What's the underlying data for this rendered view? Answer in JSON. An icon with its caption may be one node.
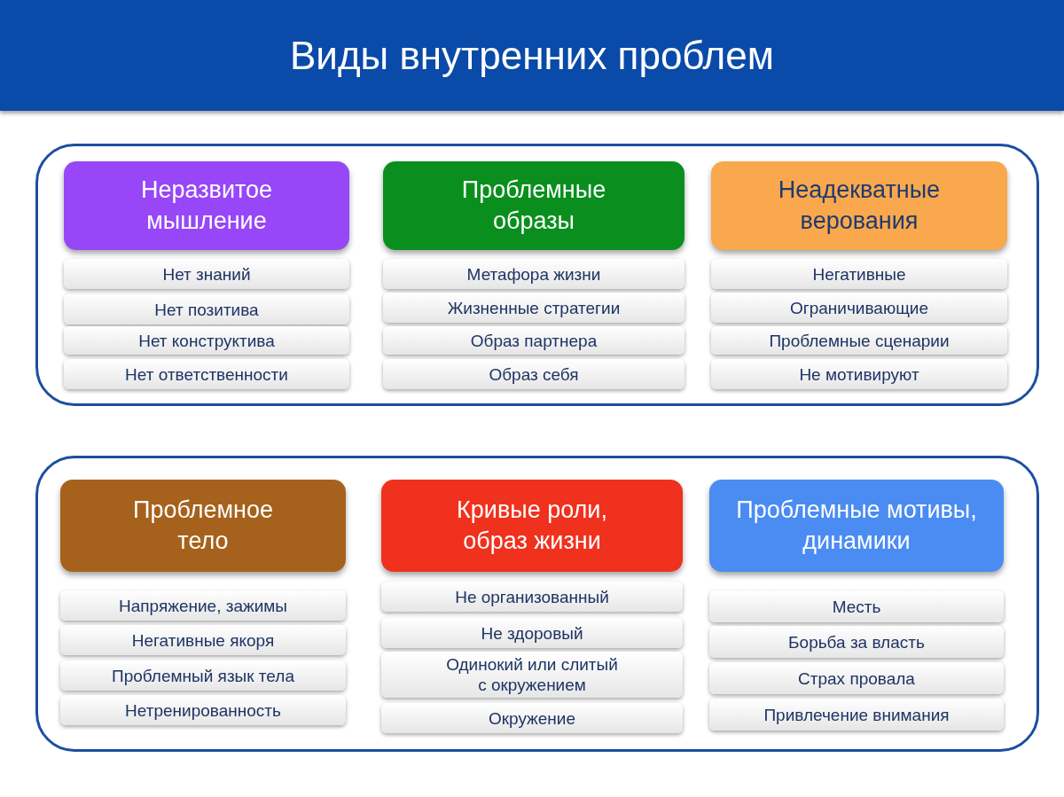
{
  "diagram": {
    "title": "Виды внутренних проблем",
    "nodes": [
      {
        "text": [],
        "shape": "box"
      },
      {
        "text": [
          "Неразвитое мышление"
        ],
        "in": 0
      },
      {
        "text": [
          "Нет знаний"
        ],
        "in": 0
      },
      {
        "text": [
          "Нет позитива"
        ],
        "in": 0
      },
      {
        "text": [
          "Нет конструктива"
        ],
        "in": 0
      },
      {
        "text": [
          "Нет ответственности"
        ],
        "in": 0
      },
      {
        "text": [
          "Проблемные образы"
        ],
        "in": 0
      },
      {
        "text": [
          "Метафора жизни"
        ],
        "in": 0
      },
      {
        "text": [
          "Жизненные стратегии"
        ],
        "in": 0
      },
      {
        "text": [
          "Образ партнера"
        ],
        "in": 0
      },
      {
        "text": [
          "Образ себя"
        ],
        "in": 0
      },
      {
        "text": [
          "Неадекватные верования"
        ],
        "in": 0
      },
      {
        "text": [
          "Негативные"
        ],
        "in": 0
      },
      {
        "text": [
          "Ограничивающие"
        ],
        "in": 0
      },
      {
        "text": [
          "Проблемные сценарии"
        ],
        "in": 0
      },
      {
        "text": [
          "Не мотивируют"
        ],
        "in": 0
      },
      {
        "text": [],
        "shape": "box"
      },
      {
        "text": [
          "Проблемное тело"
        ],
        "in": 16
      },
      {
        "text": [
          "Напряжение, зажимы"
        ],
        "in": 16
      },
      {
        "text": [
          "Негативные якоря"
        ],
        "in": 16
      },
      {
        "text": [
          "Проблемный язык тела"
        ],
        "in": 16
      },
      {
        "text": [
          "Нетренированность"
        ],
        "in": 16
      },
      {
        "text": [
          "Кривые роли, образ жизни"
        ],
        "in": 16
      },
      {
        "text": [
          "Не организованный"
        ],
        "in": 16
      },
      {
        "text": [
          "Не здоровый"
        ],
        "in": 16
      },
      {
        "text": [
          "Одинокий или слитый с окружением"
        ],
        "in": 16
      },
      {
        "text": [
          "Окружение"
        ],
        "in": 16
      },
      {
        "text": [
          "Проблемные мотивы, динамики"
        ],
        "in": 16
      },
      {
        "text": [
          "Месть"
        ],
        "in": 16
      },
      {
        "text": [
          "Борьба за власть"
        ],
        "in": 16
      },
      {
        "text": [
          "Страх провала"
        ],
        "in": 16
      },
      {
        "text": [
          "Привлечение внимания"
        ],
        "in": 16
      }
    ]
  }
}
